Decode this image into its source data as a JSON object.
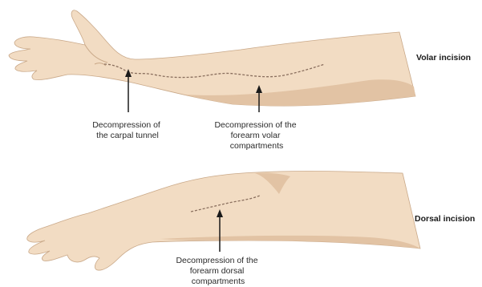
{
  "volar": {
    "title": "Volar incision",
    "label_carpal": [
      "Decompression of",
      "the carpal tunnel"
    ],
    "label_forearm": [
      "Decompression of the",
      "forearm  volar",
      "compartments"
    ]
  },
  "dorsal": {
    "title": "Dorsal incision",
    "label_forearm": [
      "Decompression of the",
      "forearm dorsal",
      "compartments"
    ]
  },
  "colors": {
    "skin": "#f2dcc3",
    "skin_shadow": "#e2c3a4",
    "outline": "#c9a888",
    "incision": "#8a6f5e",
    "arrow": "#1a1a1a"
  }
}
